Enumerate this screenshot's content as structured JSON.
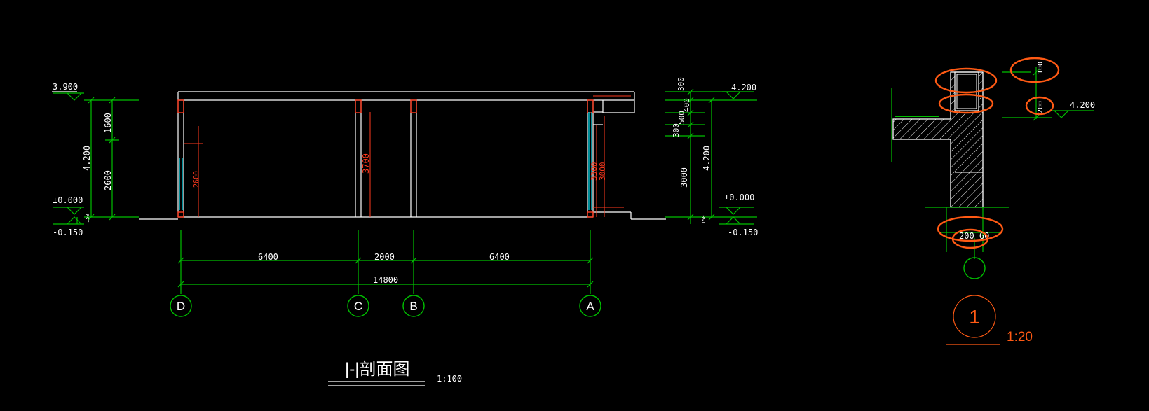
{
  "drawing": {
    "left_elevations": {
      "top": "3.900",
      "ground": "±0.000",
      "below": "-0.150"
    },
    "left_dims": {
      "upper": "1600",
      "lower": "2600",
      "total": "4.200",
      "plinth": "150"
    },
    "right_elevations": {
      "top": "4.200",
      "ground": "±0.000",
      "below": "-0.150"
    },
    "right_dims": {
      "d300": "300",
      "d400": "400",
      "d500": "500",
      "d300b": "300",
      "d3000": "3000",
      "total": "4.200",
      "plinth": "150"
    },
    "span_dims": {
      "left": "6400",
      "middle": "2000",
      "right": "6400",
      "total": "14800"
    },
    "interior_dims": {
      "d2600": "2600",
      "d3700": "3700",
      "d3300": "3300",
      "d3000": "3000"
    },
    "axes": [
      "D",
      "C",
      "B",
      "A"
    ],
    "section_title": "|-|剖面图",
    "section_scale": "1:100"
  },
  "detail": {
    "elev": "4.200",
    "dim_top": "100",
    "dim_side": "200",
    "dim_bottom": "200 60",
    "index_number": "1",
    "scale": "1:20"
  },
  "colors": {
    "background": "#000000",
    "lines": "#ffffff",
    "dims": "#00c000",
    "text": "#ffffff",
    "red": "#ff3a1e",
    "cyan": "#00c8d8",
    "markup": "#ff5a14"
  }
}
